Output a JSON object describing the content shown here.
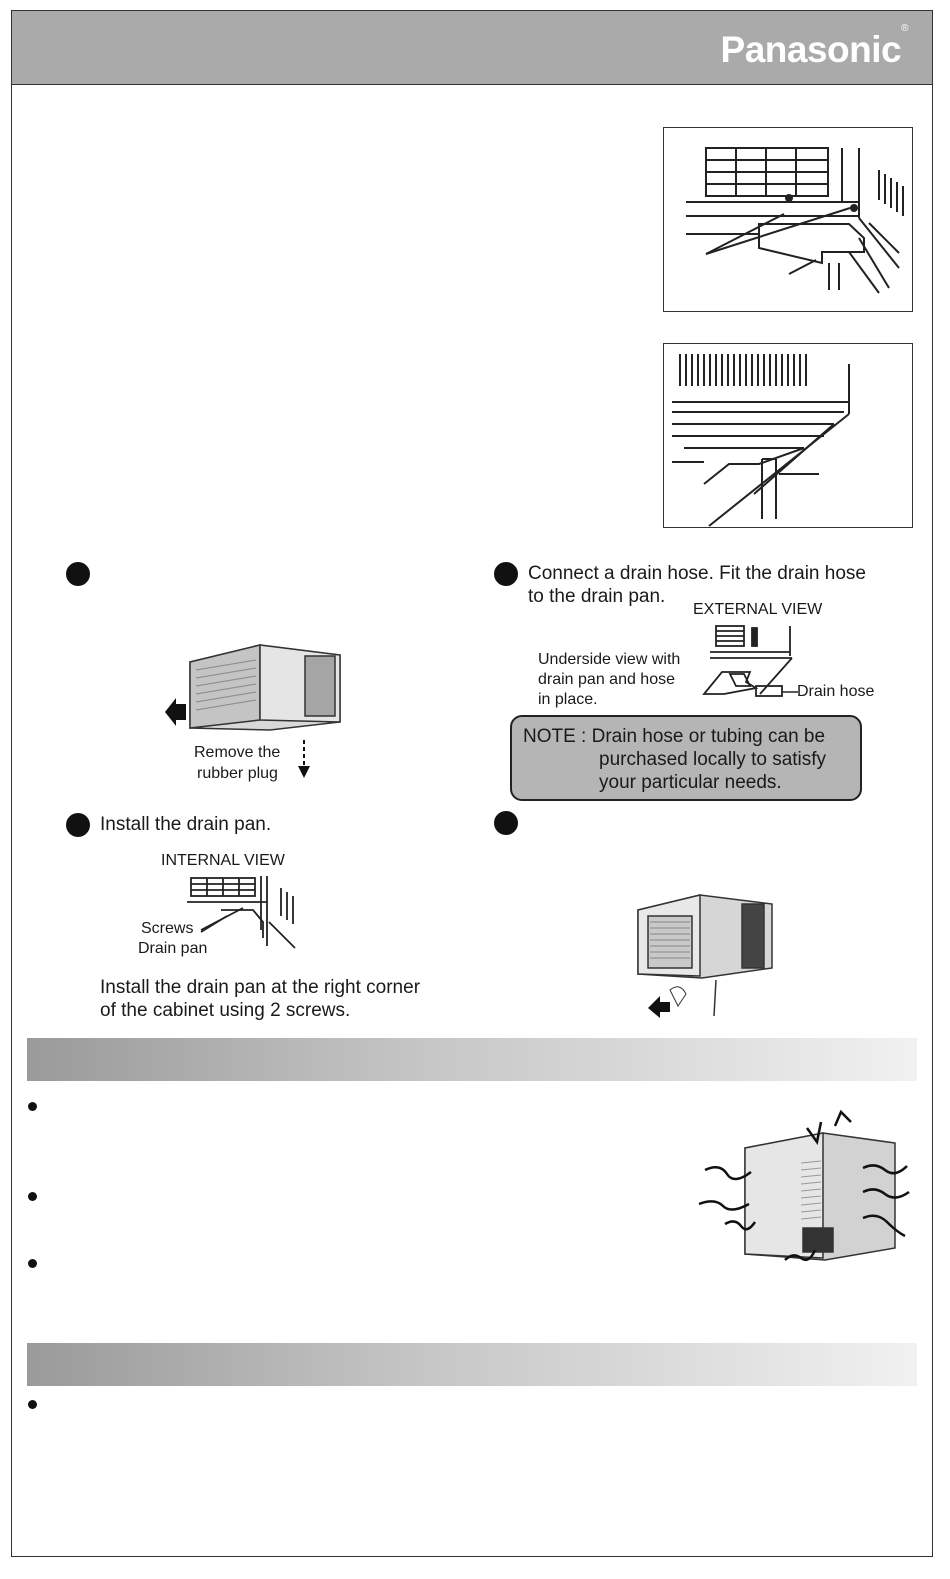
{
  "header": {
    "brand": "Panasonic",
    "registered_mark": "®"
  },
  "step1": {
    "caption_line1": "Remove the",
    "caption_line2": "rubber plug"
  },
  "step2": {
    "text": "Install the drain pan.",
    "view_label": "INTERNAL VIEW",
    "label_screws": "Screws",
    "label_drain_pan": "Drain pan",
    "desc_line1": "Install the drain pan at the right corner",
    "desc_line2": "of the cabinet using 2 screws."
  },
  "step3": {
    "text_line1": "Connect a drain hose. Fit the drain hose",
    "text_line2": "to the drain pan.",
    "view_label": "EXTERNAL VIEW",
    "underside_line1": "Underside view with",
    "underside_line2": "drain pan and hose",
    "underside_line3": "in place.",
    "label_drain_hose": "Drain hose"
  },
  "note": {
    "line1": "NOTE : Drain hose or tubing can be",
    "line2": "purchased locally to satisfy",
    "line3": "your particular needs."
  },
  "colors": {
    "header_bg": "#aaaaaa",
    "note_bg": "#b5b5b5"
  }
}
